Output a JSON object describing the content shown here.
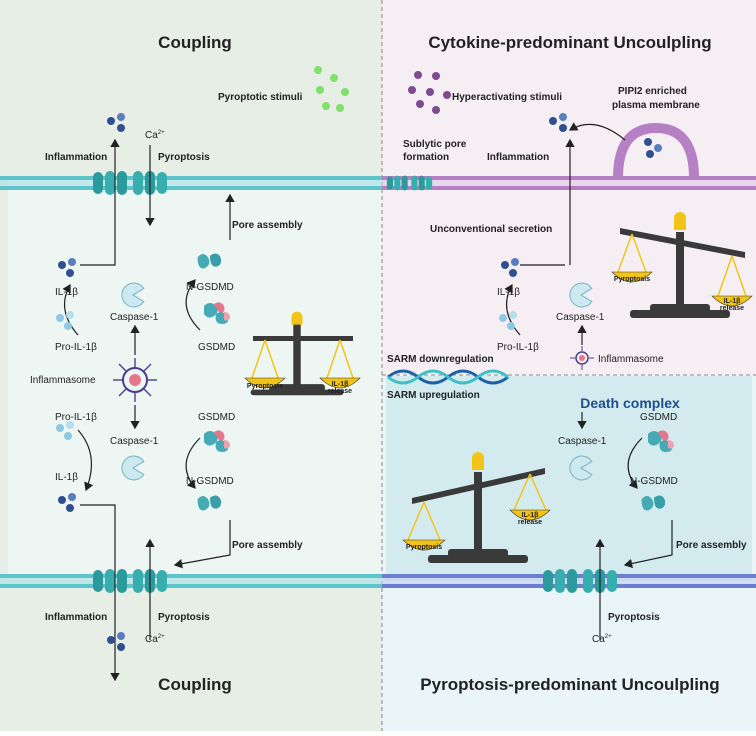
{
  "panels": {
    "top_left_title": "Coupling",
    "bottom_left_title": "Coupling",
    "top_right_title": "Cytokine-predominant Uncoulpling",
    "bottom_right_title": "Pyroptosis-predominant Uncoulpling",
    "death_complex_title": "Death complex"
  },
  "labels": {
    "pyroptotic_stimuli": "Pyroptotic stimuli",
    "hyperactivating_stimuli": "Hyperactivating stimuli",
    "pip2_line1": "PIPI2 enriched",
    "pip2_line2": "plasma membrane",
    "sublytic_line1": "Sublytic pore",
    "sublytic_line2": "formation",
    "inflammation": "Inflammation",
    "pyroptosis": "Pyroptosis",
    "ca": "Ca",
    "ca_sup": "2+",
    "pore_assembly": "Pore assembly",
    "il1b": "IL-1β",
    "pro_il1b": "Pro-IL-1β",
    "caspase1": "Caspase-1",
    "n_gsdmd": "N-GSDMD",
    "gsdmd": "GSDMD",
    "inflammasome": "Inflammasome",
    "unconventional_secretion": "Unconventional secretion",
    "sarm_down": "SARM downregulation",
    "sarm_up": "SARM upregulation",
    "scale_pyroptosis": "Pyroptosis",
    "scale_il1b_1": "IL-1β",
    "scale_il1b_2": "release",
    "scale_il1b_full": "IL-1β release"
  },
  "colors": {
    "left_bg": "#e6eee6",
    "right_top_bg": "#f5eff4",
    "right_bottom_bg": "#e2f1f5",
    "membrane_left": "#5ec4cc",
    "membrane_right": "#b77fc4",
    "membrane_bottom_right": "#6b7ecf",
    "pore": "#2a9a9c",
    "il1b_dark": "#2f4f8f",
    "pro_il1b_light": "#8fc8e3",
    "caspase": "#cde9f0",
    "gsdmd_teal": "#45aab4",
    "gsdmd_pink": "#e6768c",
    "scale_gold": "#f2c418",
    "scale_dark": "#3a3a3a",
    "stimuli_green": "#7fe06a",
    "stimuli_purple": "#7d4b8e",
    "death_title": "#1f4e8c"
  }
}
